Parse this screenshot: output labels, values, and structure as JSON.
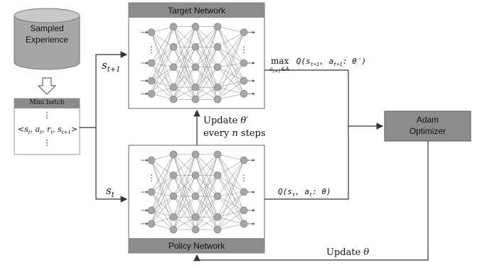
{
  "sampled": {
    "line1": "Sampled",
    "line2": "Experience"
  },
  "minibatch": {
    "header": "Mini batch",
    "dots": "⋮",
    "tuple": "<s",
    "tuple_full": "<st, at, rt, st+1>"
  },
  "target": {
    "title": "Target Network"
  },
  "policy": {
    "title": "Policy Network"
  },
  "optimizer": {
    "line1": "Adam",
    "line2": "Optimizer"
  },
  "labels": {
    "s_next": "st+1",
    "s_t": "st",
    "max_expr": "max",
    "max_sub": "at+1∈A",
    "q_target": "Q(st+1, at+1: θ′)",
    "q_policy": "Q(st, at: θ)",
    "update_line1": "Update θ′",
    "update_line2": "every n steps",
    "update_theta": "Update θ"
  },
  "colors": {
    "box_fill": "#7f7f7f",
    "drum_fill": "#a6a6a6",
    "node": "#a6a6a6",
    "edge": "#8a8a8a",
    "arrow": "#333333"
  }
}
